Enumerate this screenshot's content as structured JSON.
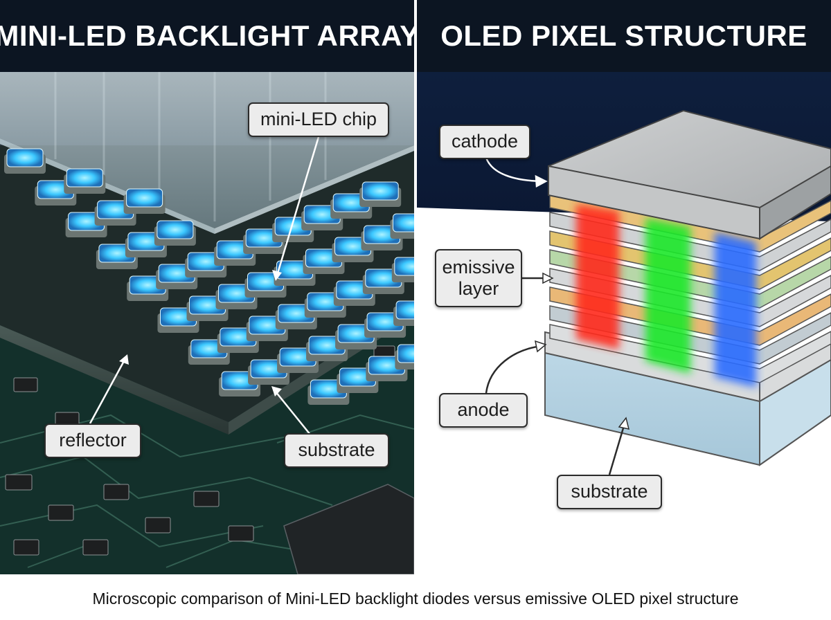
{
  "panels": {
    "left": {
      "title": "MINI-LED BACKLIGHT ARRAY",
      "labels": {
        "chip": "mini-LED chip",
        "reflector": "reflector",
        "substrate": "substrate"
      }
    },
    "right": {
      "title": "OLED PIXEL STRUCTURE",
      "labels": {
        "cathode": "cathode",
        "emissive": "emissive layer",
        "anode": "anode",
        "substrate": "substrate"
      }
    }
  },
  "caption": "Microscopic comparison of Mini-LED backlight diodes versus emissive OLED pixel structure",
  "colors": {
    "led_glow": "#4fd8ff",
    "board": "#16302c",
    "red": "#ff2a1a",
    "green": "#1ee82a",
    "blue": "#2b6cff",
    "callout_bg": "#ececec"
  }
}
